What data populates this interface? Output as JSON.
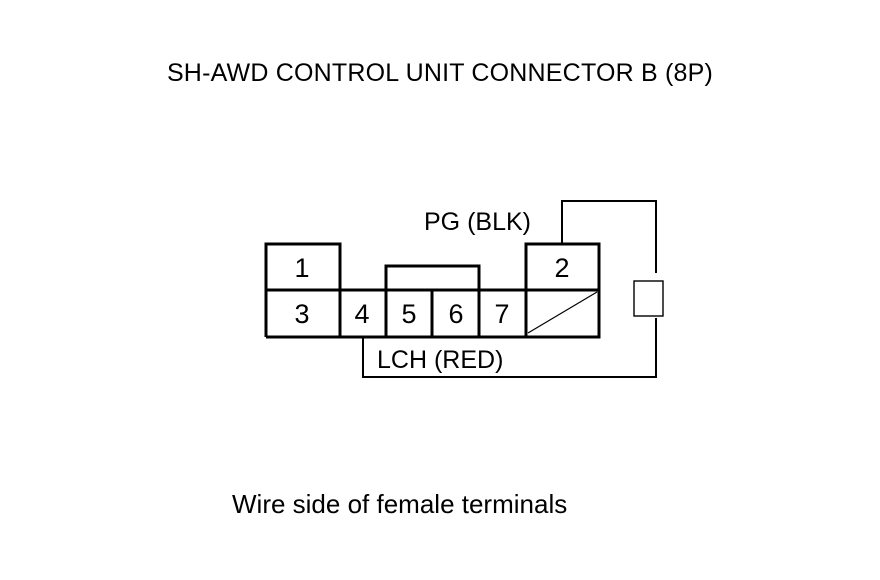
{
  "title": "SH-AWD CONTROL UNIT CONNECTOR B (8P)",
  "connector": {
    "terminals": {
      "t1": "1",
      "t2": "2",
      "t3": "3",
      "t4": "4",
      "t5": "5",
      "t6": "6",
      "t7": "7"
    },
    "wires": {
      "pg": "PG (BLK)",
      "lch": "LCH (RED)"
    }
  },
  "caption": "Wire side of female terminals",
  "colors": {
    "line": "#000000",
    "background": "#ffffff"
  }
}
